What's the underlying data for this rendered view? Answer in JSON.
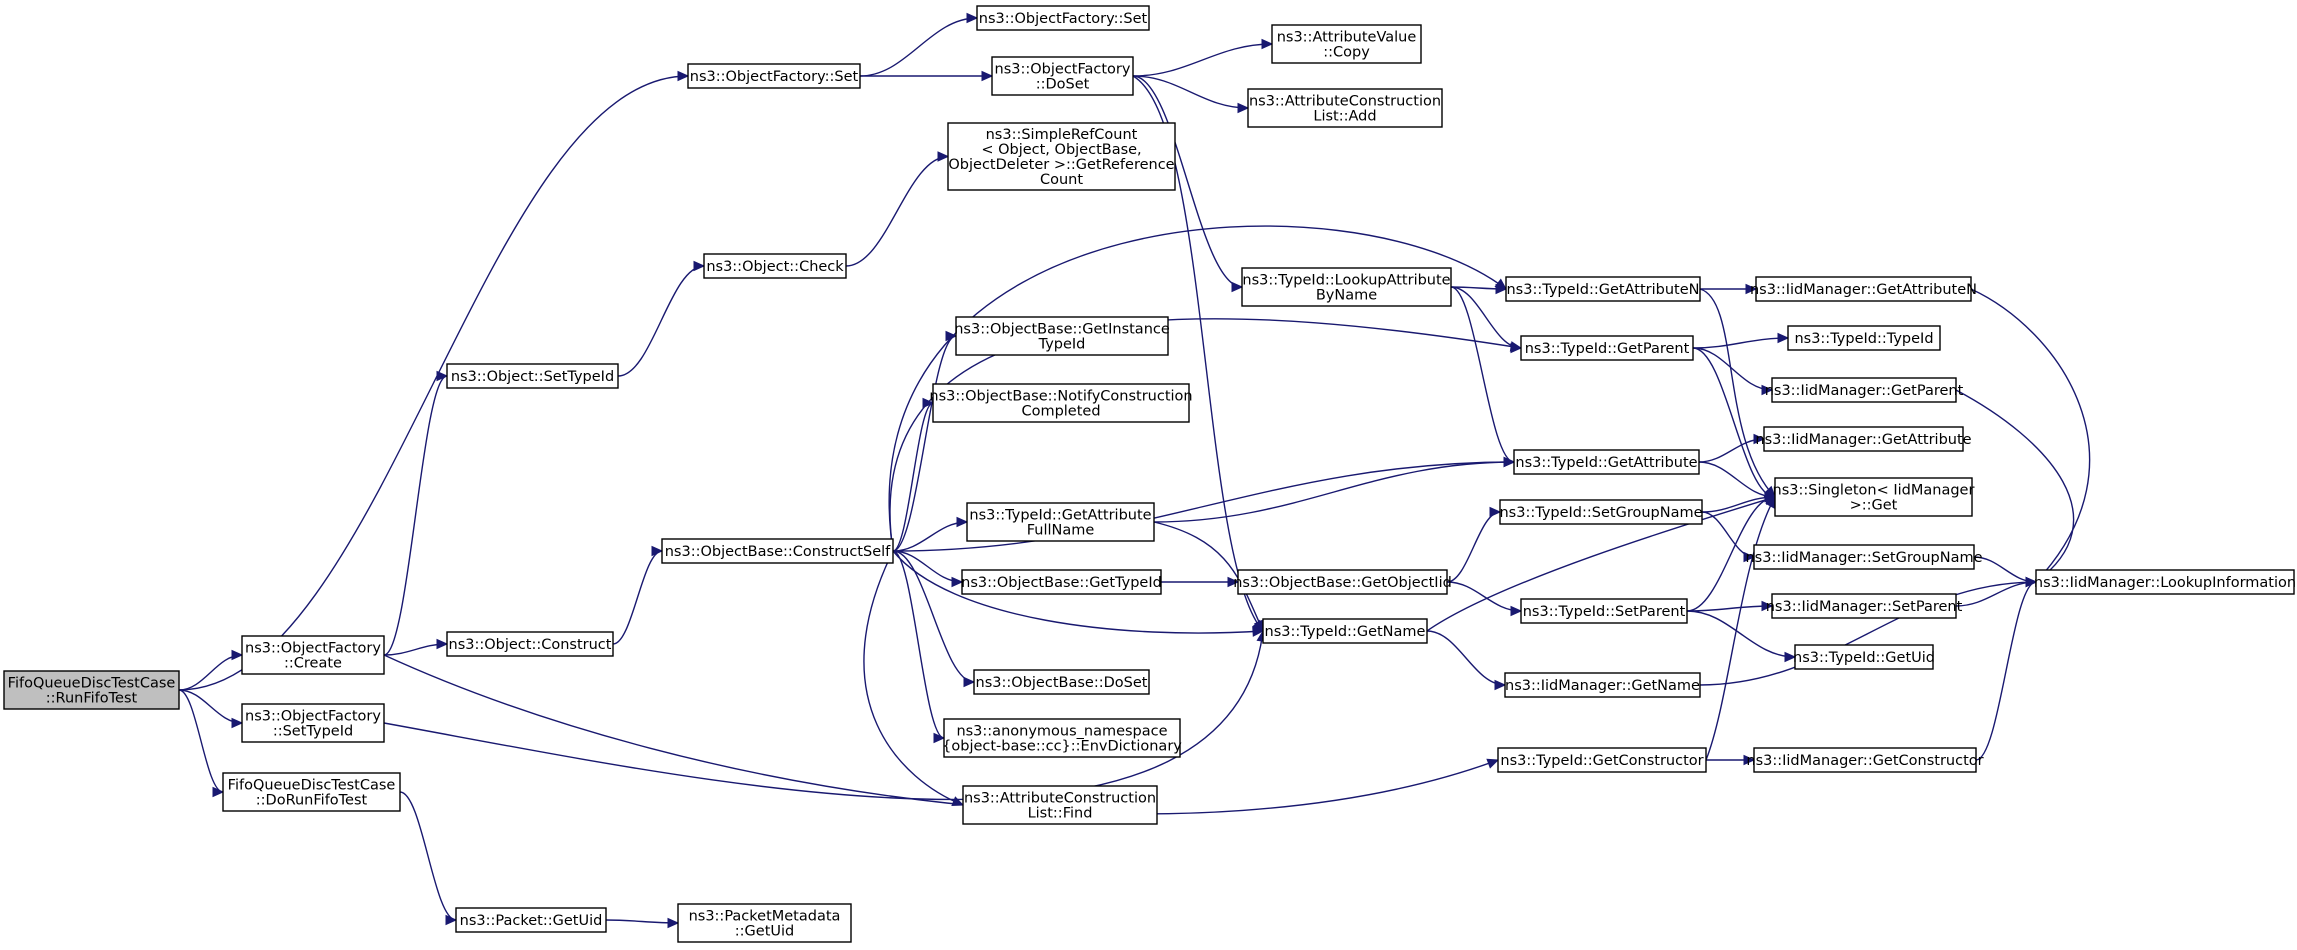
{
  "graph": {
    "colors": {
      "edge": "#191970",
      "node_fill": "#ffffff",
      "root_fill": "#bfbfbf",
      "border": "#000000"
    },
    "nodes": [
      {
        "id": "root",
        "lines": [
          "FifoQueueDiscTestCase",
          "::RunFifoTest"
        ],
        "root": true
      },
      {
        "id": "of_create",
        "lines": [
          "ns3::ObjectFactory",
          "::Create"
        ]
      },
      {
        "id": "of_settypeid",
        "lines": [
          "ns3::ObjectFactory",
          "::SetTypeId"
        ]
      },
      {
        "id": "dorunfifo",
        "lines": [
          "FifoQueueDiscTestCase",
          "::DoRunFifoTest"
        ]
      },
      {
        "id": "of_set",
        "lines": [
          "ns3::ObjectFactory::Set"
        ]
      },
      {
        "id": "obj_settypeid",
        "lines": [
          "ns3::Object::SetTypeId"
        ]
      },
      {
        "id": "obj_construct",
        "lines": [
          "ns3::Object::Construct"
        ]
      },
      {
        "id": "obj_check",
        "lines": [
          "ns3::Object::Check"
        ]
      },
      {
        "id": "pkt_getuid",
        "lines": [
          "ns3::Packet::GetUid"
        ]
      },
      {
        "id": "pm_getuid",
        "lines": [
          "ns3::PacketMetadata",
          "::GetUid"
        ]
      },
      {
        "id": "of_set2",
        "lines": [
          "ns3::ObjectFactory::Set"
        ]
      },
      {
        "id": "of_doset",
        "lines": [
          "ns3::ObjectFactory",
          "::DoSet"
        ]
      },
      {
        "id": "av_copy",
        "lines": [
          "ns3::AttributeValue",
          "::Copy"
        ]
      },
      {
        "id": "acl_add",
        "lines": [
          "ns3::AttributeConstruction",
          "List::Add"
        ]
      },
      {
        "id": "srefcount",
        "lines": [
          "ns3::SimpleRefCount",
          "< Object, ObjectBase,",
          "ObjectDeleter >::GetReference",
          "Count"
        ]
      },
      {
        "id": "ob_construct",
        "lines": [
          "ns3::ObjectBase::ConstructSelf"
        ]
      },
      {
        "id": "ob_getinst",
        "lines": [
          "ns3::ObjectBase::GetInstance",
          "TypeId"
        ]
      },
      {
        "id": "ob_notify",
        "lines": [
          "ns3::ObjectBase::NotifyConstruction",
          "Completed"
        ]
      },
      {
        "id": "tid_getattrfull",
        "lines": [
          "ns3::TypeId::GetAttribute",
          "FullName"
        ]
      },
      {
        "id": "ob_gettypeid",
        "lines": [
          "ns3::ObjectBase::GetTypeId"
        ]
      },
      {
        "id": "ob_doset",
        "lines": [
          "ns3::ObjectBase::DoSet"
        ]
      },
      {
        "id": "envdict",
        "lines": [
          "ns3::anonymous_namespace",
          "{object-base::cc}::EnvDictionary"
        ]
      },
      {
        "id": "acl_find",
        "lines": [
          "ns3::AttributeConstruction",
          "List::Find"
        ]
      },
      {
        "id": "tid_lookup",
        "lines": [
          "ns3::TypeId::LookupAttribute",
          "ByName"
        ]
      },
      {
        "id": "ob_getobjiid",
        "lines": [
          "ns3::ObjectBase::GetObjectIid"
        ]
      },
      {
        "id": "tid_getname",
        "lines": [
          "ns3::TypeId::GetName"
        ]
      },
      {
        "id": "tid_getattrn",
        "lines": [
          "ns3::TypeId::GetAttributeN"
        ]
      },
      {
        "id": "tid_getparent",
        "lines": [
          "ns3::TypeId::GetParent"
        ]
      },
      {
        "id": "tid_getattr",
        "lines": [
          "ns3::TypeId::GetAttribute"
        ]
      },
      {
        "id": "tid_setgroup",
        "lines": [
          "ns3::TypeId::SetGroupName"
        ]
      },
      {
        "id": "tid_setparent",
        "lines": [
          "ns3::TypeId::SetParent"
        ]
      },
      {
        "id": "iid_getname",
        "lines": [
          "ns3::IidManager::GetName"
        ]
      },
      {
        "id": "tid_getctor",
        "lines": [
          "ns3::TypeId::GetConstructor"
        ]
      },
      {
        "id": "iid_getattrn",
        "lines": [
          "ns3::IidManager::GetAttributeN"
        ]
      },
      {
        "id": "tid_typeid",
        "lines": [
          "ns3::TypeId::TypeId"
        ]
      },
      {
        "id": "iid_getparent",
        "lines": [
          "ns3::IidManager::GetParent"
        ]
      },
      {
        "id": "iid_getattr",
        "lines": [
          "ns3::IidManager::GetAttribute"
        ]
      },
      {
        "id": "singleton",
        "lines": [
          "ns3::Singleton< IidManager",
          ">::Get"
        ]
      },
      {
        "id": "iid_setgroup",
        "lines": [
          "ns3::IidManager::SetGroupName"
        ]
      },
      {
        "id": "iid_setparent",
        "lines": [
          "ns3::IidManager::SetParent"
        ]
      },
      {
        "id": "tid_getuid",
        "lines": [
          "ns3::TypeId::GetUid"
        ]
      },
      {
        "id": "iid_getctor",
        "lines": [
          "ns3::IidManager::GetConstructor"
        ]
      },
      {
        "id": "iid_lookup",
        "lines": [
          "ns3::IidManager::LookupInformation"
        ]
      }
    ],
    "edges": [
      [
        "root",
        "of_set"
      ],
      [
        "root",
        "of_create"
      ],
      [
        "root",
        "of_settypeid"
      ],
      [
        "root",
        "dorunfifo"
      ],
      [
        "of_set",
        "of_set2"
      ],
      [
        "of_set",
        "of_doset"
      ],
      [
        "of_doset",
        "av_copy"
      ],
      [
        "of_doset",
        "acl_add"
      ],
      [
        "of_doset",
        "tid_lookup"
      ],
      [
        "of_doset",
        "tid_getname"
      ],
      [
        "of_create",
        "obj_settypeid"
      ],
      [
        "of_create",
        "obj_construct"
      ],
      [
        "of_create",
        "tid_getctor"
      ],
      [
        "obj_settypeid",
        "obj_check"
      ],
      [
        "obj_check",
        "srefcount"
      ],
      [
        "obj_construct",
        "ob_construct"
      ],
      [
        "of_settypeid",
        "tid_getname"
      ],
      [
        "dorunfifo",
        "pkt_getuid"
      ],
      [
        "pkt_getuid",
        "pm_getuid"
      ],
      [
        "ob_construct",
        "tid_getattrn"
      ],
      [
        "ob_construct",
        "tid_getparent"
      ],
      [
        "ob_construct",
        "ob_getinst"
      ],
      [
        "ob_construct",
        "ob_notify"
      ],
      [
        "ob_construct",
        "tid_getattr"
      ],
      [
        "ob_construct",
        "tid_getattrfull"
      ],
      [
        "ob_construct",
        "ob_gettypeid"
      ],
      [
        "ob_construct",
        "tid_getname"
      ],
      [
        "ob_construct",
        "ob_doset"
      ],
      [
        "ob_construct",
        "envdict"
      ],
      [
        "ob_construct",
        "acl_find"
      ],
      [
        "tid_getattrfull",
        "tid_getattr"
      ],
      [
        "tid_getattrfull",
        "tid_getname"
      ],
      [
        "ob_gettypeid",
        "ob_getobjiid"
      ],
      [
        "ob_getobjiid",
        "tid_setgroup"
      ],
      [
        "ob_getobjiid",
        "tid_setparent"
      ],
      [
        "tid_lookup",
        "tid_getattrn"
      ],
      [
        "tid_lookup",
        "tid_getparent"
      ],
      [
        "tid_lookup",
        "tid_getattr"
      ],
      [
        "tid_getattrn",
        "iid_getattrn"
      ],
      [
        "tid_getattrn",
        "singleton"
      ],
      [
        "tid_getparent",
        "tid_typeid"
      ],
      [
        "tid_getparent",
        "iid_getparent"
      ],
      [
        "tid_getparent",
        "singleton"
      ],
      [
        "tid_getattr",
        "iid_getattr"
      ],
      [
        "tid_getattr",
        "singleton"
      ],
      [
        "tid_setgroup",
        "singleton"
      ],
      [
        "tid_setgroup",
        "iid_setgroup"
      ],
      [
        "tid_setparent",
        "singleton"
      ],
      [
        "tid_setparent",
        "iid_setparent"
      ],
      [
        "tid_setparent",
        "tid_getuid"
      ],
      [
        "tid_getname",
        "singleton"
      ],
      [
        "tid_getname",
        "iid_getname"
      ],
      [
        "tid_getctor",
        "singleton"
      ],
      [
        "tid_getctor",
        "iid_getctor"
      ],
      [
        "iid_getname",
        "iid_lookup"
      ],
      [
        "iid_getctor",
        "iid_lookup"
      ],
      [
        "iid_getattrn",
        "iid_lookup"
      ],
      [
        "iid_getparent",
        "iid_lookup"
      ],
      [
        "iid_setgroup",
        "iid_lookup"
      ],
      [
        "iid_setparent",
        "iid_lookup"
      ]
    ]
  }
}
